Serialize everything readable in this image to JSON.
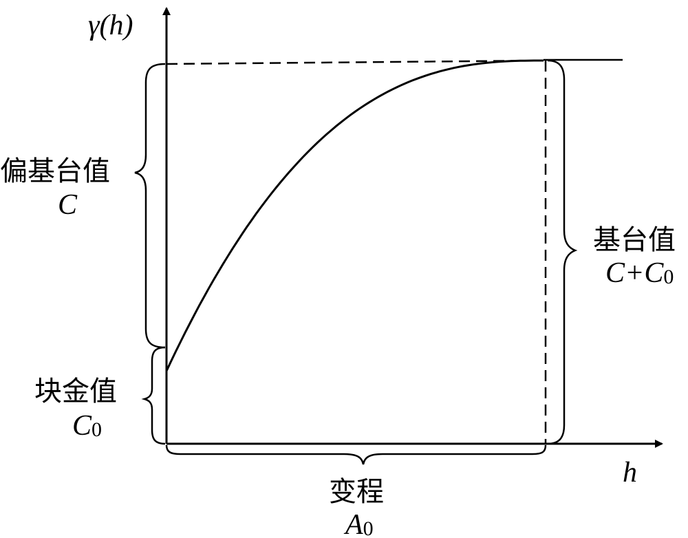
{
  "labels": {
    "y_axis": "γ(h)",
    "x_axis": "h",
    "partial_sill": {
      "name": "偏基台值",
      "symbol": "C"
    },
    "nugget": {
      "name": "块金值",
      "symbol": "C",
      "subscript": "0"
    },
    "sill": {
      "name": "基台值",
      "symbol": "C+C",
      "subscript": "0"
    },
    "range": {
      "name": "变程",
      "symbol": "A",
      "subscript": "0"
    }
  },
  "curve": {
    "type": "spherical-semivariogram",
    "nugget_fraction": 0.19,
    "range_fraction": 1.0
  },
  "style": {
    "stroke": "#000000",
    "background": "#ffffff"
  }
}
